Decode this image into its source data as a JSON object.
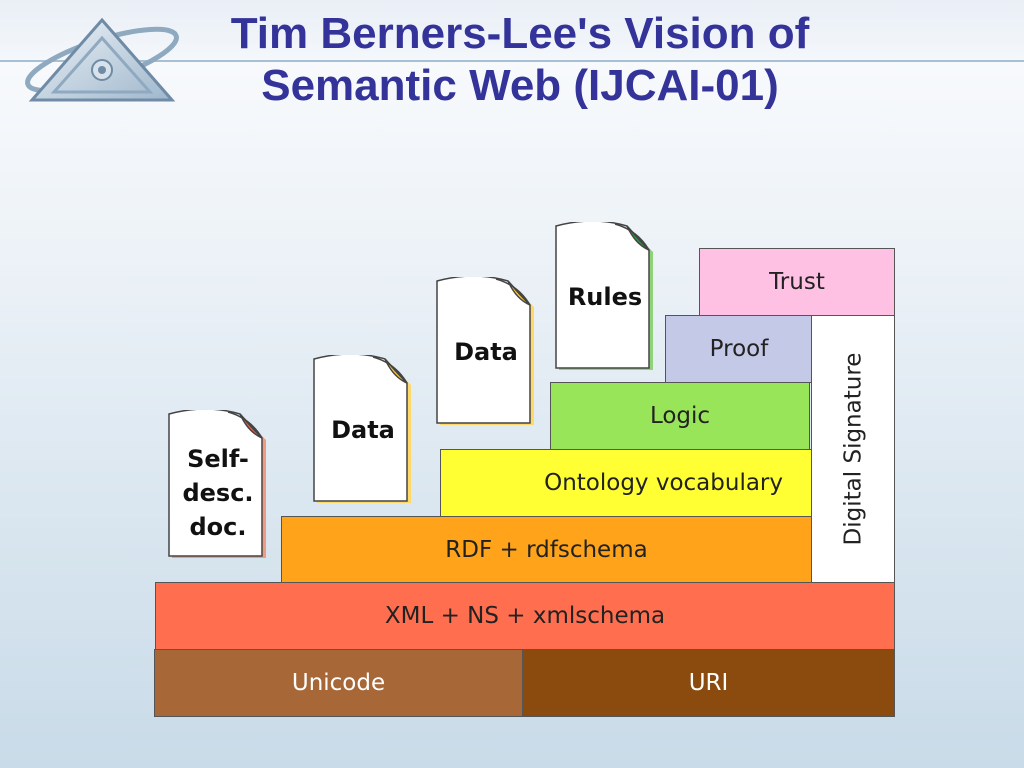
{
  "slide": {
    "title_line1": "Tim Berners-Lee's Vision of",
    "title_line2": "Semantic Web (IJCAI-01)",
    "logo_icon": "triangle-eye-logo-icon",
    "title_color": "#333399"
  },
  "layers": {
    "unicode": {
      "label": "Unicode",
      "color": "#a76737"
    },
    "uri": {
      "label": "URI",
      "color": "#8b4a0e"
    },
    "xml": {
      "label": "XML + NS + xmlschema",
      "color": "#ff6e4f"
    },
    "rdf": {
      "label": "RDF + rdfschema",
      "color": "#ffa31a"
    },
    "ontology": {
      "label": "Ontology vocabulary",
      "color": "#ffff33"
    },
    "logic": {
      "label": "Logic",
      "color": "#99e55a"
    },
    "proof": {
      "label": "Proof",
      "color": "#c5c9e8"
    },
    "trust": {
      "label": "Trust",
      "color": "#ffc1e3"
    },
    "signature": {
      "label": "Digital Signature",
      "color": "#ffffff"
    }
  },
  "documents": {
    "self_desc": {
      "label": "Self-\ndesc.\ndoc.",
      "fold_color": "#e65d4a",
      "edge_color": "#f09a83"
    },
    "data1": {
      "label": "Data",
      "fold_color": "#ffc533",
      "edge_color": "#ffd86a"
    },
    "data2": {
      "label": "Data",
      "fold_color": "#ffc533",
      "edge_color": "#ffd86a"
    },
    "rules": {
      "label": "Rules",
      "fold_color": "#2a9a3a",
      "edge_color": "#8ed37a"
    }
  }
}
